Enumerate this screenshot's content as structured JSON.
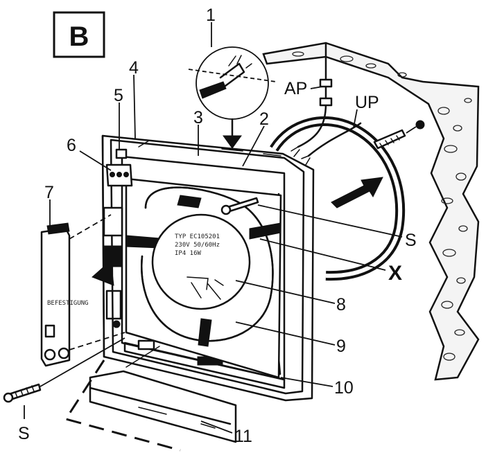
{
  "panel": {
    "letter": "B"
  },
  "callouts": {
    "c1": "1",
    "c2": "2",
    "c3": "3",
    "c4": "4",
    "c5": "5",
    "c6": "6",
    "c7": "7",
    "c8": "8",
    "c9": "9",
    "c10": "10",
    "c11": "11",
    "ap": "AP",
    "up": "UP",
    "s_right": "S",
    "s_left": "S",
    "x": "X"
  },
  "colors": {
    "ink": "#111111",
    "paper": "#ffffff",
    "wall": "#f4f4f4"
  }
}
